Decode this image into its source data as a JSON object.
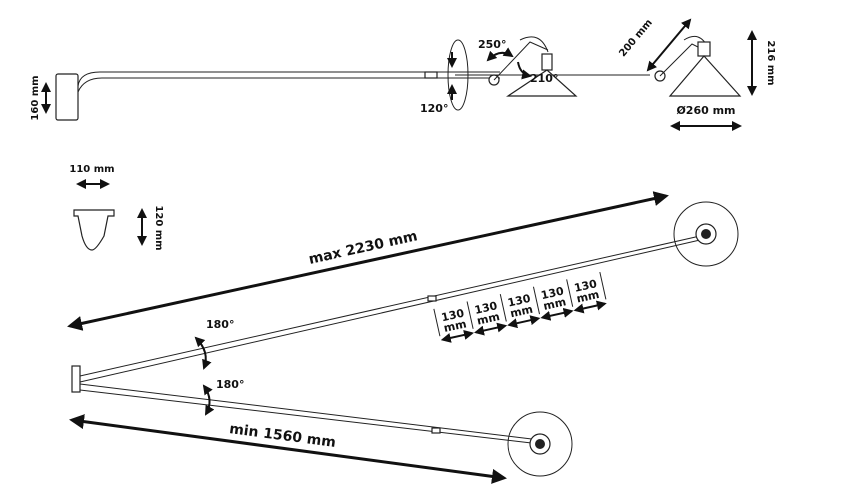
{
  "side_view": {
    "mount_height": "160 mm",
    "rotation_1": "250°",
    "rotation_2": "210°",
    "rotation_3": "120°",
    "shade_arm": "200 mm",
    "shade_height": "216 mm",
    "shade_diameter": "Ø260 mm"
  },
  "mount_detail": {
    "width": "110 mm",
    "height": "120 mm"
  },
  "top_view": {
    "max_reach": "max 2230 mm",
    "min_reach": "min 1560 mm",
    "pivot_upper": "180°",
    "pivot_lower": "180°",
    "extension_value": "130",
    "extension_unit": "mm",
    "extension_steps": 5
  },
  "colors": {
    "line": "#222222",
    "text": "#111111",
    "background": "#ffffff"
  }
}
